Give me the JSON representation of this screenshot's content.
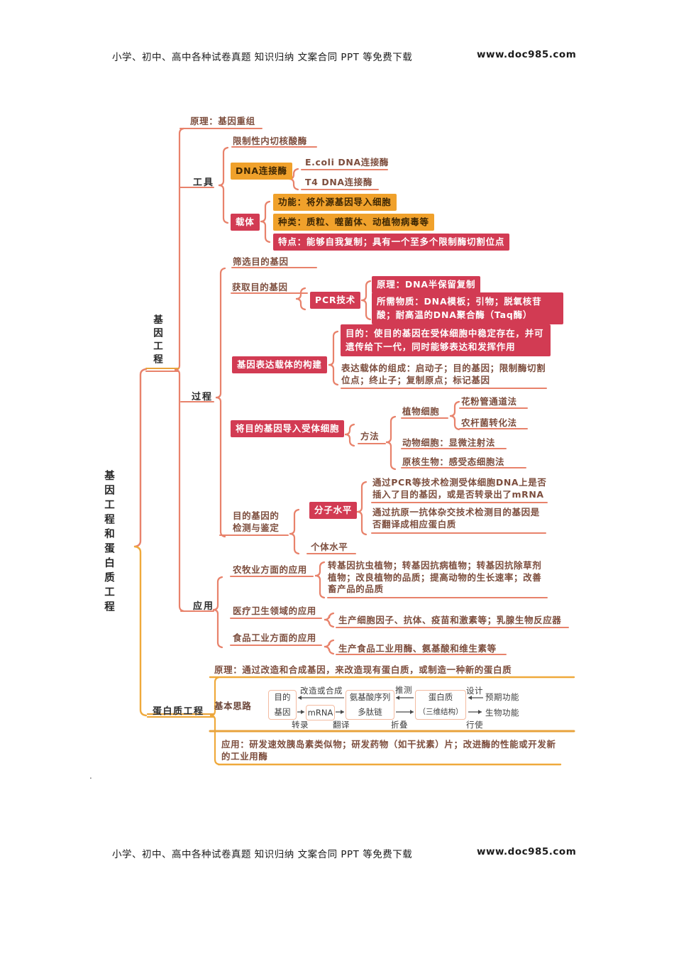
{
  "header": {
    "text": "小学、初中、高中各种试卷真题  知识归纳  文案合同  PPT 等免费下载",
    "url": "www.doc985.com"
  },
  "footer": {
    "text": "小学、初中、高中各种试卷真题  知识归纳  文案合同  PPT 等免费下载",
    "url": "www.doc985.com"
  },
  "stray_mark": ".",
  "root": {
    "label": "基因工程和蛋白质工程"
  },
  "gene": {
    "label": "基因工程",
    "principle": "原理：基因重组",
    "tools": {
      "label": "工具",
      "restriction_enzyme": "限制性内切核酸酶",
      "ligase": {
        "label": "DNA连接酶",
        "types": [
          "E.coli DNA连接酶",
          "T4  DNA连接酶"
        ]
      },
      "vector": {
        "label": "载体",
        "function": "功能：将外源基因导入细胞",
        "kinds": "种类：质粒、噬菌体、动植物病毒等",
        "feature": "特点：能够自我复制；具有一个至多个限制酶切割位点"
      }
    },
    "process": {
      "label": "过程",
      "screen": "筛选目的基因",
      "obtain": {
        "label": "获取目的基因",
        "pcr": {
          "label": "PCR技术",
          "principle": "原理：DNA半保留复制",
          "materials": "所需物质：DNA模板；引物；脱氧核苷酸；耐高温的DNA聚合酶（Taq酶）"
        }
      },
      "construct": {
        "label": "基因表达载体的构建",
        "purpose": "目的：使目的基因在受体细胞中稳定存在，并可遗传给下一代，同时能够表达和发挥作用",
        "composition": "表达载体的组成：启动子；目的基因；限制酶切割位点；终止子；复制原点；标记基因"
      },
      "introduce": {
        "label": "将目的基因导入受体细胞",
        "method": {
          "label": "方法",
          "plant": {
            "label": "植物细胞",
            "items": [
              "花粉管通道法",
              "农杆菌转化法"
            ]
          },
          "animal": "动物细胞：显微注射法",
          "prokaryote": "原核生物：感受态细胞法"
        }
      },
      "detect": {
        "label": "目的基因的检测与鉴定",
        "molecular": {
          "label": "分子水平",
          "items": [
            "通过PCR等技术检测受体细胞DNA上是否插入了目的基因，或是否转录出了mRNA",
            "通过抗原一抗体杂交技术检测目的基因是否翻译成相应蛋白质"
          ]
        },
        "individual": "个体水平"
      }
    },
    "application": {
      "label": "应用",
      "agriculture": {
        "label": "农牧业方面的应用",
        "detail": "转基因抗虫植物；转基因抗病植物；转基因抗除草剂植物；改良植物的品质；提高动物的生长速率；改善畜产品的品质"
      },
      "medical": {
        "label": "医疗卫生领域的应用",
        "detail": "生产细胞因子、抗体、疫苗和激素等；乳腺生物反应器"
      },
      "food": {
        "label": "食品工业方面的应用",
        "detail": "生产食品工业用酶、氨基酸和维生素等"
      }
    }
  },
  "protein": {
    "label": "蛋白质工程",
    "principle": "原理：通过改造和合成基因，来改造现有蛋白质，或制造一种新的蛋白质",
    "approach": {
      "label": "基本思路",
      "flow": {
        "box1_line1": "目的",
        "box1_line2": "基因",
        "mrna": "mRNA",
        "box2_line1": "氨基酸序列",
        "box2_line2": "多肽链",
        "box3_line1": "蛋白质",
        "box3_line2": "（三维结构）",
        "expected": "预期功能",
        "biological": "生物功能",
        "modify": "改造或合成",
        "infer": "推测",
        "design": "设计",
        "transcribe": "转录",
        "translate": "翻译",
        "fold": "折叠",
        "exercise": "行使"
      }
    },
    "application": "应用：研发速效胰岛素类似物；研发药物（如干扰素）片；改进酶的性能或开发新的工业用酶"
  },
  "colors": {
    "salmon_line": "#E8826B",
    "yellow_line": "#EFA93B",
    "orange_box": "#F0A12B",
    "red_box": "#D23B53",
    "brown_text": "#7D4E3E"
  }
}
